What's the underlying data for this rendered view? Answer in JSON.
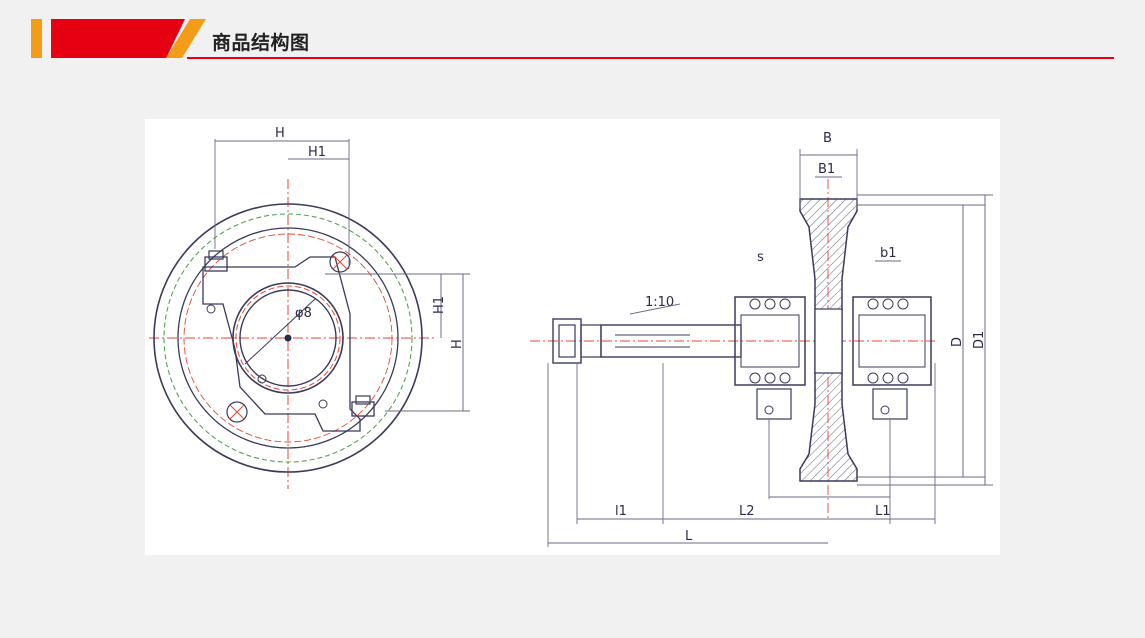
{
  "header": {
    "title": "商品结构图",
    "accent_color": "#e60012",
    "secondary_color": "#f39c18"
  },
  "drawing": {
    "front_view_labels": {
      "h": "H",
      "h1_top": "H1",
      "h1_side": "H1",
      "h_side": "H",
      "phi": "φ8"
    },
    "side_view_labels": {
      "b": "B",
      "b1": "B1",
      "b1_small": "b1",
      "d": "D",
      "d1": "D1",
      "l": "L",
      "l1_left": "l1",
      "l2": "L2",
      "l1_right": "L1",
      "shaft": "1:10",
      "s": "s"
    },
    "line_colors": {
      "outline": "#3a3a5a",
      "center": "#e8452e",
      "hidden": "#5aa05a",
      "dimension": "#6a6a8a"
    }
  }
}
